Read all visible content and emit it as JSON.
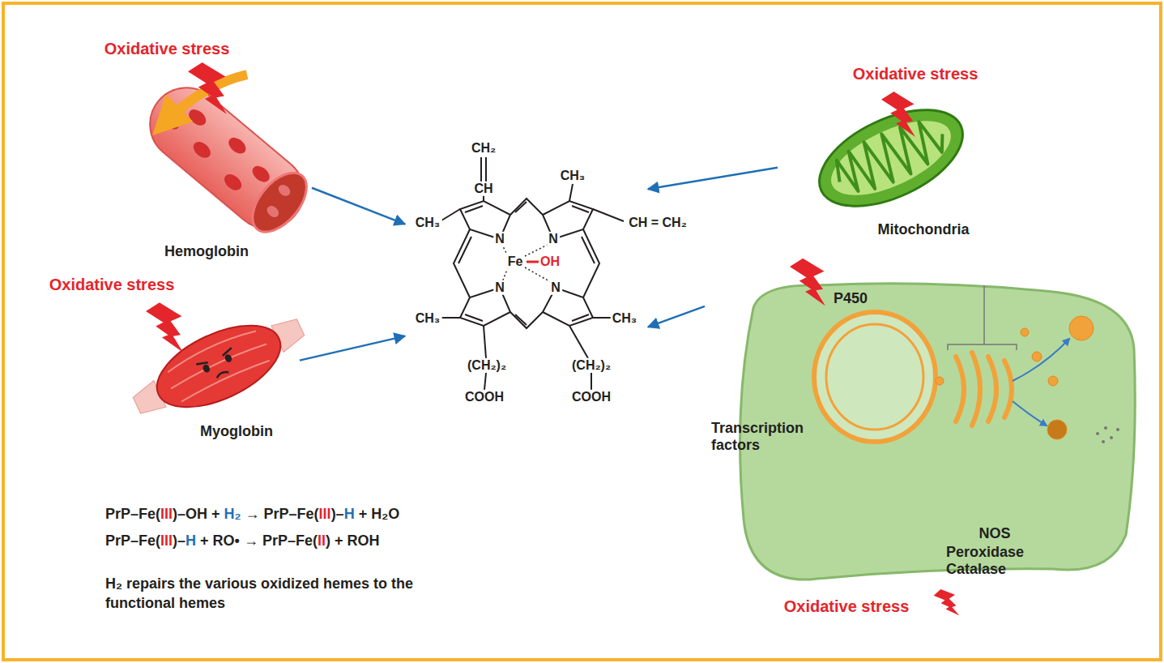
{
  "diagram": {
    "nodes": [
      {
        "text": [
          "Oxidative stress",
          "Hemoglobin"
        ]
      },
      {
        "text": [
          "Oxidative stress",
          "Mitochondria"
        ]
      },
      {
        "text": [
          "CH₂",
          "CH",
          "CH₃",
          "CH₃",
          "CH = CH₂",
          "N",
          "N",
          "Fe",
          "OH",
          "N",
          "N",
          "CH₃",
          "CH₃",
          "(CH₂)₂",
          "(CH₂)₂",
          "COOH",
          "COOH"
        ]
      },
      {
        "text": [
          "Oxidative stress",
          "Myoglobin"
        ]
      },
      {
        "text": [
          "P450",
          "Transcription factors",
          "NOS",
          "Peroxidase Catalase",
          "Oxidative stress"
        ]
      }
    ],
    "edges": [
      {
        "from": 0,
        "to": 2,
        "arrow": "to"
      },
      {
        "from": 1,
        "to": 2,
        "arrow": "to"
      },
      {
        "from": 3,
        "to": 2,
        "arrow": "to"
      },
      {
        "from": 4,
        "to": 2,
        "arrow": "to"
      }
    ],
    "labels": [
      "PrP–Fe(III)–OH + H₂ → PrP–Fe(III)–H + H₂O",
      "PrP–Fe(III)–H + RO• → PrP–Fe(II) + ROH",
      "H₂ repairs the various oxidized hemes to the functional hemes"
    ]
  }
}
